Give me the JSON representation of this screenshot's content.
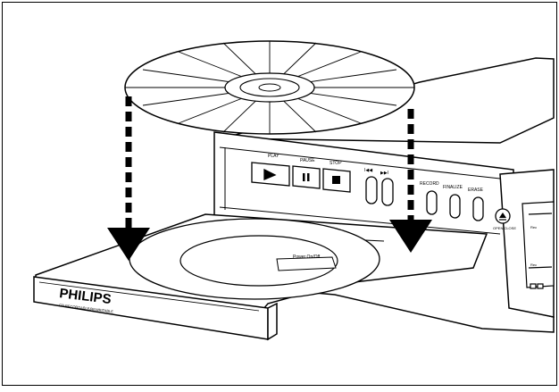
{
  "device": {
    "brand": "PHILIPS",
    "tray_subtitle": "CD RECORDABLE/REWRITABLE",
    "tray_label": "Power On/Off",
    "buttons": {
      "play": "PLAY",
      "pause": "PAUSE",
      "stop": "STOP",
      "prev": "I◀◀",
      "next": "▶▶I",
      "record": "RECORD",
      "finalize": "FINALIZE",
      "erase": "ERASE",
      "open_close": "OPEN/CLOSE"
    },
    "button_icons": {
      "play": "play-icon",
      "pause": "pause-icon",
      "stop": "stop-icon",
      "eject": "eject-icon"
    }
  },
  "colors": {
    "line": "#000000",
    "fill": "#ffffff",
    "arrow": "#000000"
  }
}
